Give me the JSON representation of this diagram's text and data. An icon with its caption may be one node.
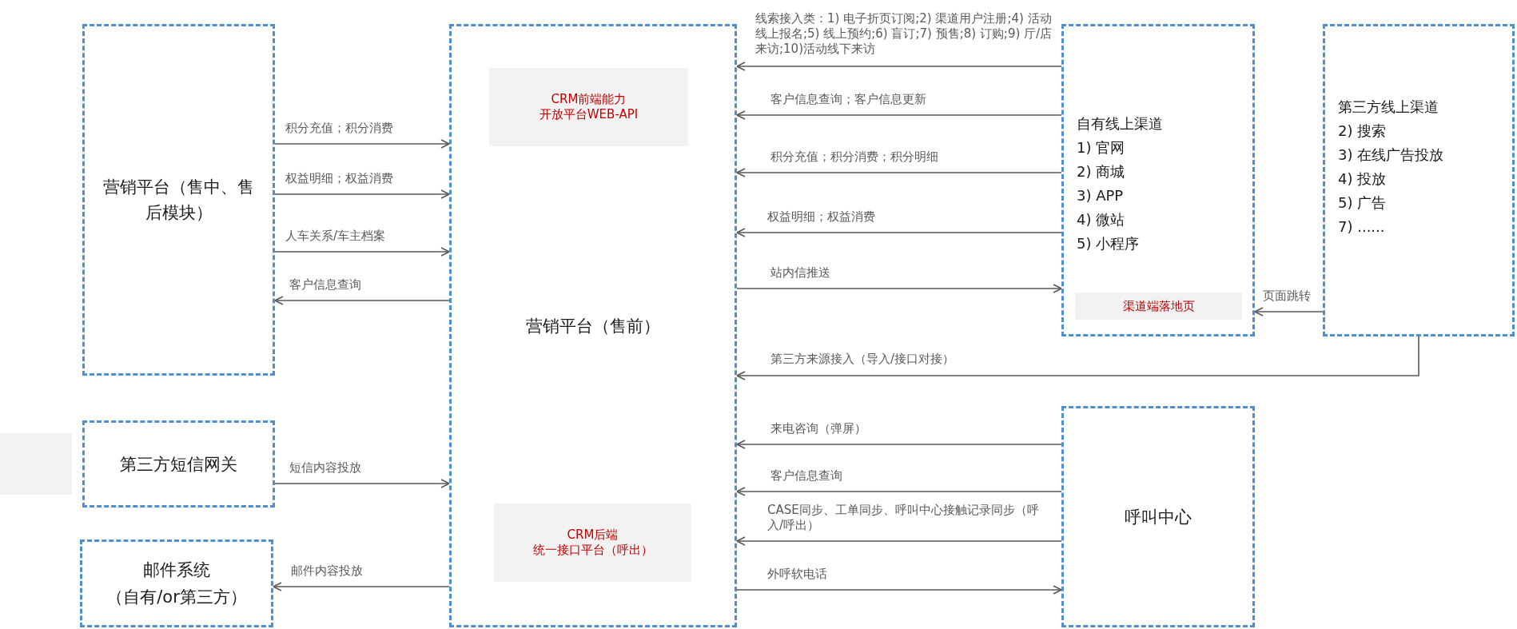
{
  "diagram": {
    "nodes": [
      {
        "text": [
          "营销平台（售中、售后模块）"
        ]
      },
      {
        "text": [
          "营销平台（售前）"
        ]
      },
      {
        "text": [
          "CRM前端能力开放平台WEB-API"
        ],
        "in": 1
      },
      {
        "text": [
          "CRM后端统一接口平台（呼出）"
        ],
        "in": 1
      },
      {
        "text": [],
        "shape": "box"
      },
      {
        "text": [
          "第三方短信网关"
        ]
      },
      {
        "text": [
          "邮件系统（自有/or第三方）"
        ]
      },
      {
        "text": [
          "自有线上渠道",
          "1) 官网",
          "2) 商城",
          "3) APP",
          "4) 微站",
          "5) 小程序"
        ]
      },
      {
        "text": [
          "渠道端落地页"
        ],
        "in": 7
      },
      {
        "text": [
          "第三方线上渠道",
          "2) 搜索",
          "3) 在线广告投放",
          "4) 投放",
          "5) 广告",
          "7) ......"
        ]
      },
      {
        "text": [
          "呼叫中心"
        ]
      }
    ],
    "edges": [
      {
        "from": 0,
        "to": 1,
        "arrow": "to",
        "label": "积分充值；积分消费"
      },
      {
        "from": 0,
        "to": 1,
        "arrow": "to",
        "label": "权益明细；权益消费"
      },
      {
        "from": 0,
        "to": 1,
        "arrow": "to",
        "label": "人车关系/车主档案"
      },
      {
        "from": 1,
        "to": 0,
        "arrow": "to",
        "label": "客户信息查询"
      },
      {
        "from": 5,
        "to": 1,
        "arrow": "to",
        "label": "短信内容投放"
      },
      {
        "from": 1,
        "to": 6,
        "arrow": "to",
        "label": "邮件内容投放"
      },
      {
        "from": 7,
        "to": 1,
        "arrow": "to",
        "label": "线索接入类：1) 电子折页订阅;2) 渠道用户注册;4) 活动线上报名;5) 线上预约;6) 盲订;7) 预售;8) 订购;9) 厅/店来访;10)活动线下来访"
      },
      {
        "from": 7,
        "to": 1,
        "arrow": "to",
        "label": "客户信息查询；客户信息更新"
      },
      {
        "from": 7,
        "to": 1,
        "arrow": "to",
        "label": "积分充值；积分消费；积分明细"
      },
      {
        "from": 7,
        "to": 1,
        "arrow": "to",
        "label": "权益明细；权益消费"
      },
      {
        "from": 1,
        "to": 7,
        "arrow": "to",
        "label": "站内信推送"
      },
      {
        "from": 9,
        "to": 7,
        "arrow": "to",
        "label": "页面跳转"
      },
      {
        "from": 9,
        "to": 1,
        "arrow": "to",
        "label": "第三方来源接入（导入/接口对接）"
      },
      {
        "from": 10,
        "to": 1,
        "arrow": "to",
        "label": "来电咨询（弹屏）"
      },
      {
        "from": 10,
        "to": 1,
        "arrow": "to",
        "label": "客户信息查询"
      },
      {
        "from": 10,
        "to": 1,
        "arrow": "to",
        "label": "CASE同步、工单同步、呼叫中心接触记录同步（呼入/呼出）"
      },
      {
        "from": 1,
        "to": 10,
        "arrow": "to",
        "label": "外呼软电话"
      }
    ]
  }
}
